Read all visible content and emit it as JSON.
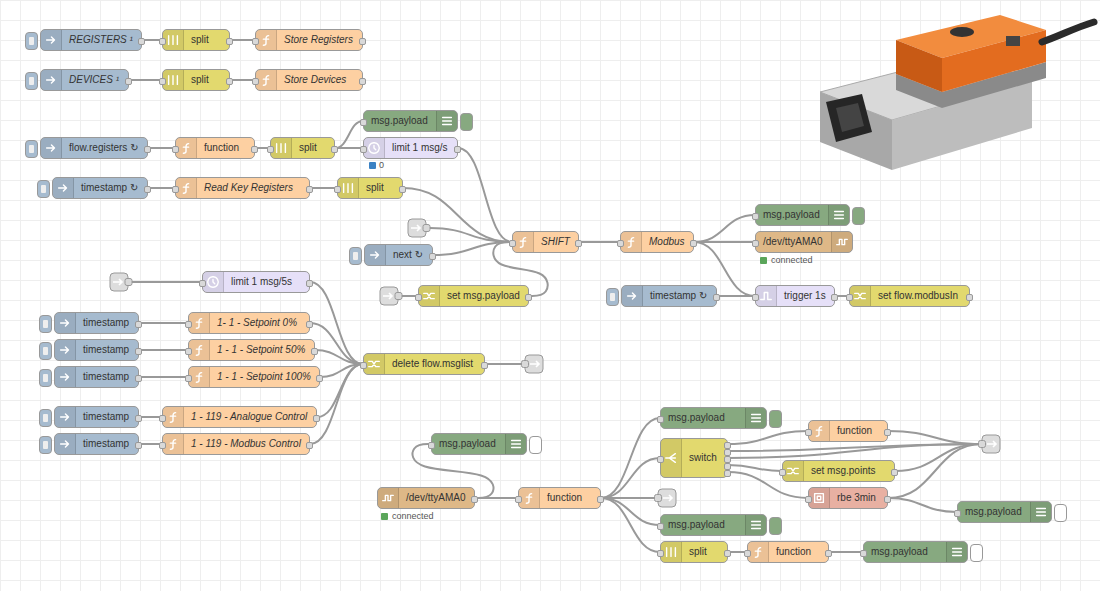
{
  "diagram": {
    "nodes": [
      {
        "text": [
          "REGISTERS ¹"
        ]
      },
      {
        "text": [
          "split"
        ]
      },
      {
        "text": [
          "Store Registers"
        ]
      },
      {
        "text": [
          "DEVICES ¹"
        ]
      },
      {
        "text": [
          "split"
        ]
      },
      {
        "text": [
          "Store Devices"
        ]
      },
      {
        "text": [
          "msg.payload"
        ]
      },
      {
        "text": [
          "flow.registers ↻"
        ]
      },
      {
        "text": [
          "function"
        ]
      },
      {
        "text": [
          "split"
        ]
      },
      {
        "text": [
          "limit 1 msg/s"
        ]
      },
      {
        "text": [
          "timestamp ↻"
        ]
      },
      {
        "text": [
          "Read Key Registers"
        ]
      },
      {
        "text": [
          "split"
        ]
      },
      {
        "text": [
          "next ↻"
        ]
      },
      {
        "text": [
          "SHIFT"
        ]
      },
      {
        "text": [
          "Modbus"
        ]
      },
      {
        "text": [
          "msg.payload"
        ]
      },
      {
        "text": [
          "/dev/ttyAMA0"
        ]
      },
      {
        "text": [
          "limit 1 msg/5s"
        ]
      },
      {
        "text": [
          "set msg.payload"
        ]
      },
      {
        "text": [
          "timestamp ↻"
        ]
      },
      {
        "text": [
          "trigger 1s"
        ]
      },
      {
        "text": [
          "set flow.modbusIn"
        ]
      },
      {
        "text": [
          "timestamp"
        ]
      },
      {
        "text": [
          "1- 1 - Setpoint 0%"
        ]
      },
      {
        "text": [
          "timestamp"
        ]
      },
      {
        "text": [
          "1 - 1 - Setpoint 50%"
        ]
      },
      {
        "text": [
          "timestamp"
        ]
      },
      {
        "text": [
          "1 - 1 - Setpoint 100%"
        ]
      },
      {
        "text": [
          "delete flow.msglist"
        ]
      },
      {
        "text": [
          "timestamp"
        ]
      },
      {
        "text": [
          "1 - 119 - Analogue Control"
        ]
      },
      {
        "text": [
          "timestamp"
        ]
      },
      {
        "text": [
          "1 - 119 - Modbus Control"
        ]
      },
      {
        "text": [
          "msg.payload"
        ]
      },
      {
        "text": [
          "function"
        ]
      },
      {
        "text": [
          "msg.payload"
        ]
      },
      {
        "text": [
          "switch"
        ]
      },
      {
        "text": [
          "set msg.points"
        ]
      },
      {
        "text": [
          "/dev/ttyAMA0"
        ]
      },
      {
        "text": [
          "function"
        ]
      },
      {
        "text": [
          "rbe 3min"
        ]
      },
      {
        "text": [
          "msg.payload"
        ]
      },
      {
        "text": [
          "msg.payload"
        ]
      },
      {
        "text": [
          "split"
        ]
      },
      {
        "text": [
          "function"
        ]
      },
      {
        "text": [
          "msg.payload"
        ]
      }
    ],
    "edges": [
      {
        "from": 0,
        "to": 1,
        "arrow": "none"
      },
      {
        "from": 1,
        "to": 2,
        "arrow": "none"
      },
      {
        "from": 3,
        "to": 4,
        "arrow": "none"
      },
      {
        "from": 4,
        "to": 5,
        "arrow": "none"
      },
      {
        "from": 7,
        "to": 8,
        "arrow": "none"
      },
      {
        "from": 8,
        "to": 9,
        "arrow": "none"
      },
      {
        "from": 9,
        "to": 6,
        "arrow": "none"
      },
      {
        "from": 9,
        "to": 10,
        "arrow": "none"
      },
      {
        "from": 10,
        "to": 15,
        "arrow": "none"
      },
      {
        "from": 11,
        "to": 12,
        "arrow": "none"
      },
      {
        "from": 12,
        "to": 13,
        "arrow": "none"
      },
      {
        "from": 13,
        "to": 15,
        "arrow": "none"
      },
      {
        "from": 14,
        "to": 15,
        "arrow": "none"
      },
      {
        "from": 20,
        "to": 15,
        "arrow": "none"
      },
      {
        "from": 15,
        "to": 16,
        "arrow": "none"
      },
      {
        "from": 16,
        "to": 17,
        "arrow": "none"
      },
      {
        "from": 16,
        "to": 18,
        "arrow": "none"
      },
      {
        "from": 16,
        "to": 22,
        "arrow": "none"
      },
      {
        "from": 21,
        "to": 22,
        "arrow": "none"
      },
      {
        "from": 22,
        "to": 23,
        "arrow": "none"
      },
      {
        "from": 19,
        "to": 30,
        "arrow": "none"
      },
      {
        "from": 24,
        "to": 25,
        "arrow": "none"
      },
      {
        "from": 25,
        "to": 30,
        "arrow": "none"
      },
      {
        "from": 26,
        "to": 27,
        "arrow": "none"
      },
      {
        "from": 27,
        "to": 30,
        "arrow": "none"
      },
      {
        "from": 28,
        "to": 29,
        "arrow": "none"
      },
      {
        "from": 29,
        "to": 30,
        "arrow": "none"
      },
      {
        "from": 31,
        "to": 32,
        "arrow": "none"
      },
      {
        "from": 32,
        "to": 30,
        "arrow": "none"
      },
      {
        "from": 33,
        "to": 34,
        "arrow": "none"
      },
      {
        "from": 34,
        "to": 30,
        "arrow": "none"
      },
      {
        "from": 40,
        "to": 37,
        "arrow": "none"
      },
      {
        "from": 40,
        "to": 41,
        "arrow": "none"
      },
      {
        "from": 41,
        "to": 35,
        "arrow": "none"
      },
      {
        "from": 41,
        "to": 38,
        "arrow": "none"
      },
      {
        "from": 41,
        "to": 44,
        "arrow": "none"
      },
      {
        "from": 41,
        "to": 45,
        "arrow": "none"
      },
      {
        "from": 38,
        "to": 36,
        "arrow": "none"
      },
      {
        "from": 38,
        "to": 39,
        "arrow": "none"
      },
      {
        "from": 38,
        "to": 42,
        "arrow": "none"
      },
      {
        "from": 42,
        "to": 43,
        "arrow": "none"
      },
      {
        "from": 45,
        "to": 46,
        "arrow": "none"
      },
      {
        "from": 46,
        "to": 47,
        "arrow": "none"
      }
    ],
    "labels": [
      "0",
      "connected",
      "connected"
    ]
  }
}
